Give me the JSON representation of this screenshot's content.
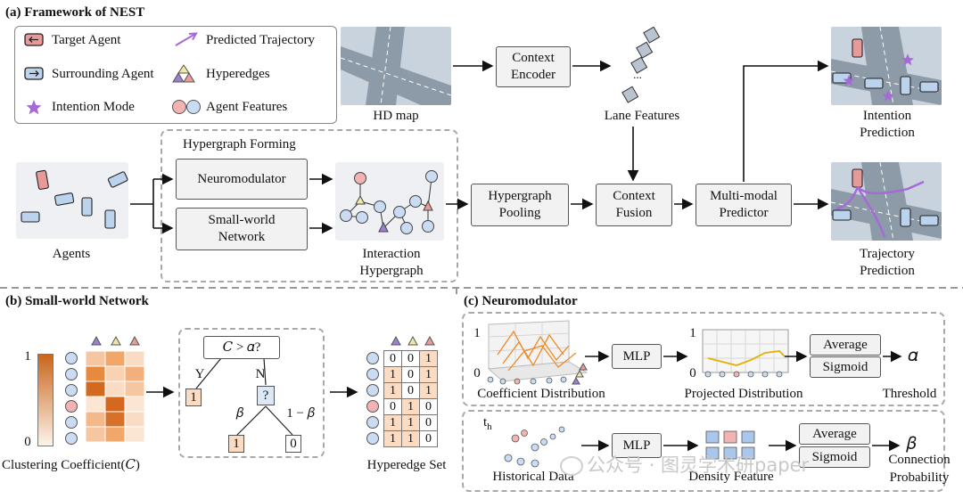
{
  "section_a": {
    "title": "(a) Framework of NEST",
    "legend": {
      "target_agent": "Target Agent",
      "surrounding_agent": "Surrounding Agent",
      "intention_mode": "Intention Mode",
      "predicted_trajectory": "Predicted Trajectory",
      "hyperedges": "Hyperedges",
      "agent_features": "Agent Features"
    },
    "hd_map": "HD map",
    "context_encoder_1": "Context",
    "context_encoder_2": "Encoder",
    "lane_features": "Lane Features",
    "ellipsis": "...",
    "intention_pred_1": "Intention",
    "intention_pred_2": "Prediction",
    "hypergraph_forming": "Hypergraph Forming",
    "neuromodulator": "Neuromodulator",
    "small_world_1": "Small-world",
    "small_world_2": "Network",
    "agents": "Agents",
    "interaction_1": "Interaction",
    "interaction_2": "Hypergraph",
    "hypergraph_pooling_1": "Hypergraph",
    "hypergraph_pooling_2": "Pooling",
    "context_fusion_1": "Context",
    "context_fusion_2": "Fusion",
    "multimodal_1": "Multi-modal",
    "multimodal_2": "Predictor",
    "trajectory_pred_1": "Trajectory",
    "trajectory_pred_2": "Prediction"
  },
  "section_b": {
    "title": "(b) Small-world  Network",
    "scale_max": "1",
    "scale_min": "0",
    "clustering_label": "Clustering Coefficient(𝐶)",
    "condition": "𝐶 > 𝛼?",
    "yes": "Y",
    "no": "N",
    "one": "1",
    "question": "?",
    "zero": "0",
    "beta": "𝛽",
    "one_minus_beta": "1 − 𝛽",
    "hyperedge_set": "Hyperedge Set",
    "matrix": [
      [
        "0",
        "0",
        "1"
      ],
      [
        "1",
        "0",
        "1"
      ],
      [
        "1",
        "0",
        "1"
      ],
      [
        "0",
        "1",
        "0"
      ],
      [
        "1",
        "1",
        "0"
      ],
      [
        "1",
        "1",
        "0"
      ]
    ]
  },
  "section_c": {
    "title": "(c) Neuromodulator",
    "axis_one": "1",
    "axis_zero": "0",
    "coefficient_distribution": "Coefficient Distribution",
    "mlp": "MLP",
    "projected_distribution": "Projected Distribution",
    "average": "Average",
    "sigmoid": "Sigmoid",
    "alpha": "𝛼",
    "threshold": "Threshold",
    "t_h": "t",
    "t_h_sub": "h",
    "historical_data": "Historical Data",
    "density_feature": "Density Feature",
    "beta": "𝛽",
    "connection_1": "Connection",
    "connection_2": "Probability",
    "watermark": "公众号 · 图灵学术研paper"
  },
  "colors": {
    "target": "#e89a9a",
    "surrounding": "#bcd3ee",
    "hyperedge_purple": "#9b7fd1",
    "hyperedge_yellow": "#f1e6a2",
    "hyperedge_red": "#e99a9a",
    "intention": "#a66ad8",
    "trajectory": "#a66ad8",
    "heat_dark": "#d2691e",
    "heat_light": "#fbe6d4",
    "box_fill": "#f2f2f2"
  }
}
